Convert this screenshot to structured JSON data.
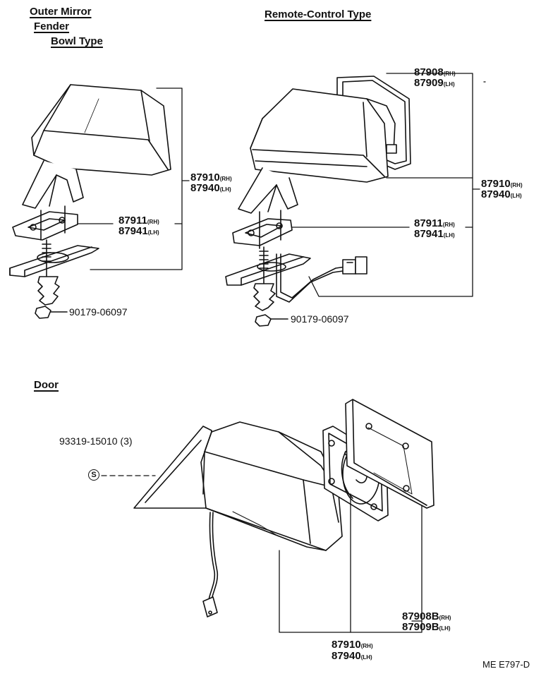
{
  "headings": {
    "outer_mirror": "Outer Mirror",
    "fender": "Fender",
    "bowl_type": "Bowl Type",
    "remote_control_type": "Remote-Control Type",
    "door": "Door"
  },
  "parts": {
    "bowl": {
      "mirror_rh": "87910",
      "mirror_rh_side": "(RH)",
      "mirror_lh": "87940",
      "mirror_lh_side": "(LH)",
      "gasket_rh": "87911",
      "gasket_rh_side": "(RH)",
      "gasket_lh": "87941",
      "gasket_lh_side": "(LH)",
      "nut": "90179-06097"
    },
    "remote": {
      "glass_rh": "87908",
      "glass_rh_side": "(RH)",
      "glass_lh": "87909",
      "glass_lh_side": "(LH)",
      "mirror_rh": "87910",
      "mirror_rh_side": "(RH)",
      "mirror_lh": "87940",
      "mirror_lh_side": "(LH)",
      "gasket_rh": "87911",
      "gasket_rh_side": "(RH)",
      "gasket_lh": "87941",
      "gasket_lh_side": "(LH)",
      "nut": "90179-06097"
    },
    "door": {
      "screw": "93319-15010 (3)",
      "screw_symbol": "S",
      "glass_rh": "87908B",
      "glass_rh_side": "(RH)",
      "glass_lh": "87909B",
      "glass_lh_side": "(LH)",
      "mirror_rh": "87910",
      "mirror_rh_side": "(RH)",
      "mirror_lh": "87940",
      "mirror_lh_side": "(LH)"
    }
  },
  "diagram_code": "ME E797-D"
}
